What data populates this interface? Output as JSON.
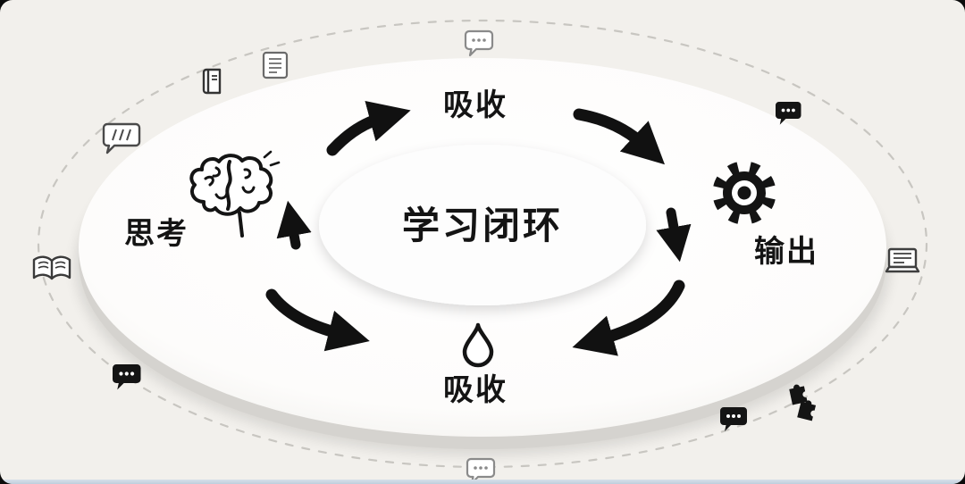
{
  "diagram": {
    "center_title": "学习闭环",
    "nodes": {
      "top": {
        "label": "吸收"
      },
      "right": {
        "label": "输出",
        "icon": "gear-icon"
      },
      "bottom": {
        "label": "吸收",
        "icon": "water-drop-icon"
      },
      "left": {
        "label": "思考",
        "icon": "brain-icon"
      }
    },
    "arrow_direction": "clockwise",
    "decorative_icons": [
      "book-icon",
      "notebook-icon",
      "speech-bubble-slash-icon",
      "open-book-icon",
      "speech-bubble-filled-icon",
      "speech-bubble-dots-icon",
      "speech-bubble-filled-icon",
      "laptop-icon",
      "puzzle-pieces-icon",
      "speech-bubble-filled-icon",
      "speech-bubble-dots-icon"
    ],
    "colors": {
      "background": "#f2f0ec",
      "ink": "#141414",
      "platform": "#ffffff",
      "platform_rim": "#d5d3cf",
      "dashed_border": "#c8c6c1"
    }
  }
}
